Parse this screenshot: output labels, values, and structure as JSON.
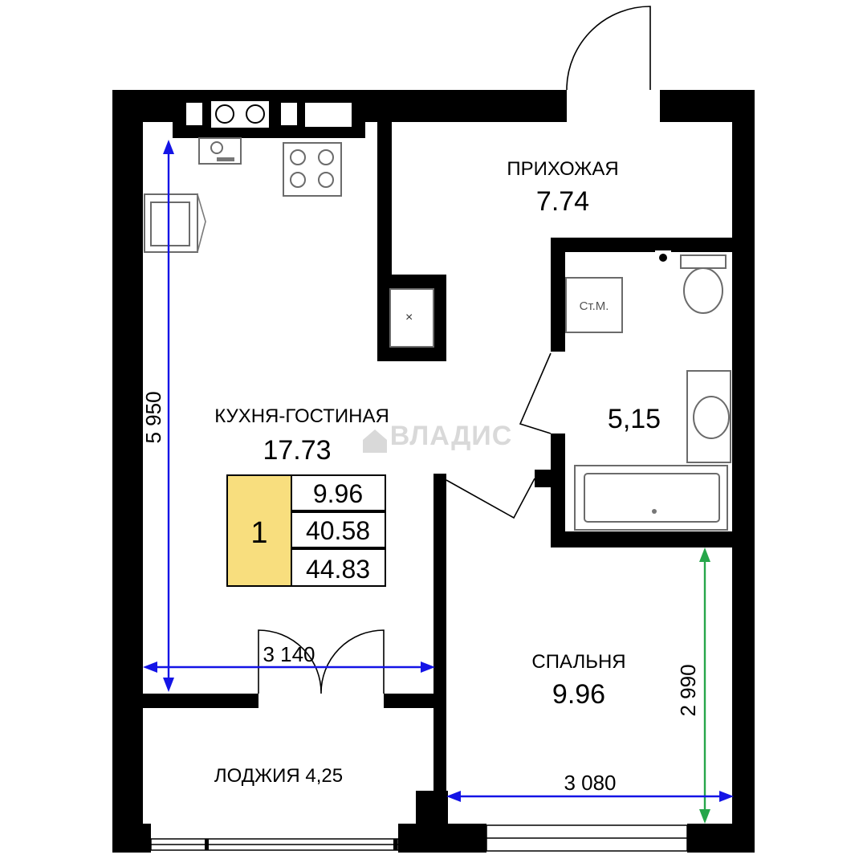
{
  "rooms": {
    "hallway": {
      "name": "ПРИХОЖАЯ",
      "area": "7.74"
    },
    "kitchen_living": {
      "name": "КУХНЯ-ГОСТИНАЯ",
      "area": "17.73"
    },
    "bathroom": {
      "area": "5,15",
      "washer_label": "Ст.М."
    },
    "bedroom": {
      "name": "СПАЛЬНЯ",
      "area": "9.96"
    },
    "loggia": {
      "name": "ЛОДЖИЯ 4,25"
    }
  },
  "summary": {
    "rooms_count": "1",
    "living_area": "9.96",
    "total_area": "40.58",
    "total_with_loggia": "44.83",
    "badge_color": "#f8de7e"
  },
  "dimensions": {
    "kitchen_height": "5 950",
    "kitchen_width": "3 140",
    "bedroom_height": "2 990",
    "bedroom_width": "3 080"
  },
  "watermark": "ВЛАДИС",
  "colors": {
    "dimension_blue": "#1414e6",
    "dimension_green": "#26a64a",
    "wall": "#000000"
  }
}
